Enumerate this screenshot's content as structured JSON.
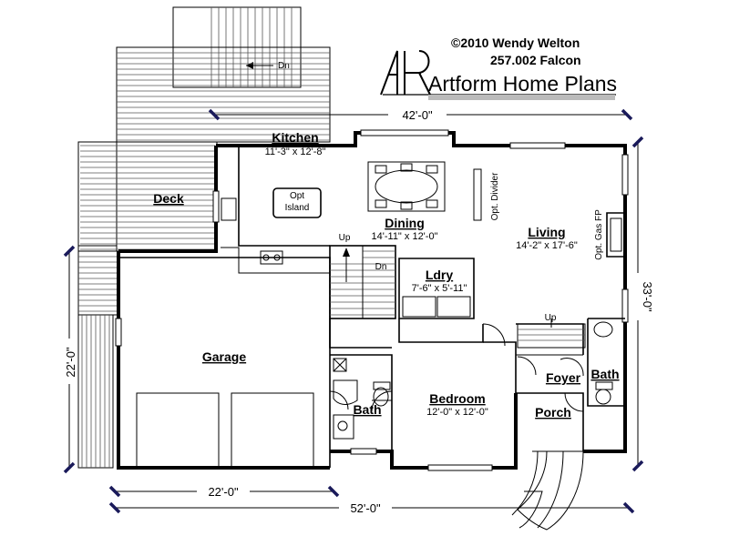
{
  "header": {
    "copyright": "©2010 Wendy Welton",
    "plan_id": "257.002 Falcon",
    "brand": "Artform Home Plans"
  },
  "rooms": {
    "kitchen": {
      "name": "Kitchen",
      "dims": "11'-3\" x 12'-8\""
    },
    "island": {
      "line1": "Opt",
      "line2": "Island"
    },
    "dining": {
      "name": "Dining",
      "dims": "14'-11\" x 12'-0\""
    },
    "living": {
      "name": "Living",
      "dims": "14'-2\" x 17'-6\""
    },
    "laundry": {
      "name": "Ldry",
      "dims": "7'-6\" x 5'-11\""
    },
    "deck": {
      "name": "Deck"
    },
    "garage": {
      "name": "Garage"
    },
    "bath1": {
      "name": "Bath"
    },
    "bedroom": {
      "name": "Bedroom",
      "dims": "12'-0\" x 12'-0\""
    },
    "foyer": {
      "name": "Foyer"
    },
    "bath2": {
      "name": "Bath"
    },
    "porch": {
      "name": "Porch"
    }
  },
  "notes": {
    "opt_divider": "Opt. Divider",
    "opt_gas_fp": "Opt. Gas FP",
    "stair_up": "Up",
    "stair_dn": "Dn",
    "stair_up2": "Up",
    "deck_dn": "Dn"
  },
  "dimensions": {
    "top_width": "42'-0\"",
    "right_depth": "33'-0\"",
    "left_depth": "22'-0\"",
    "garage_width": "22'-0\"",
    "overall_width": "52'-0\""
  }
}
